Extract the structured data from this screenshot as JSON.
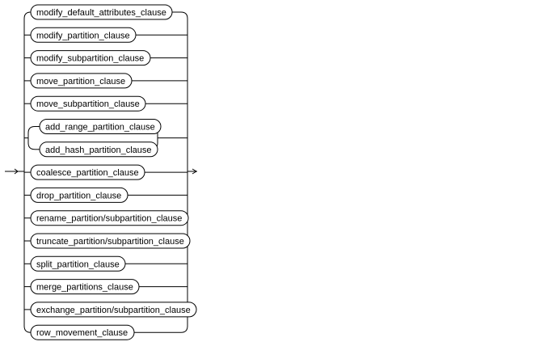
{
  "diagram": {
    "items": [
      "modify_default_attributes_clause",
      "modify_partition_clause",
      "modify_subpartition_clause",
      "move_partition_clause",
      "move_subpartition_clause",
      {
        "group": [
          "add_range_partition_clause",
          "add_hash_partition_clause"
        ]
      },
      "coalesce_partition_clause",
      "drop_partition_clause",
      "rename_partition/subpartition_clause",
      "truncate_partition/subpartition_clause",
      "split_partition_clause",
      "merge_partitions_clause",
      "exchange_partition/subpartition_clause",
      "row_movement_clause"
    ]
  }
}
